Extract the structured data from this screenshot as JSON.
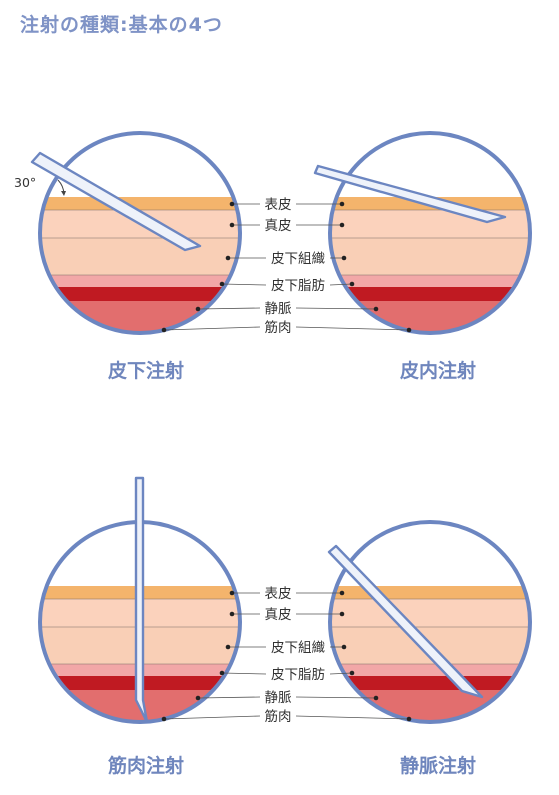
{
  "title": "注射の種類:基本の4つ",
  "layers": [
    {
      "id": "epidermis",
      "label": "表皮",
      "color": "#f4b46c"
    },
    {
      "id": "dermis",
      "label": "真皮",
      "color": "#fbd2bc"
    },
    {
      "id": "subcutaneous",
      "label": "皮下組織",
      "color": "#f9cfb6"
    },
    {
      "id": "subcutaneous-fat",
      "label": "皮下脂肪",
      "color": "#f2a7a7"
    },
    {
      "id": "vein",
      "label": "静脈",
      "color": "#c01a22"
    },
    {
      "id": "muscle",
      "label": "筋肉",
      "color": "#e26e6e"
    }
  ],
  "injections": [
    {
      "id": "subcutaneous",
      "caption": "皮下注射"
    },
    {
      "id": "intradermal",
      "caption": "皮内注射"
    },
    {
      "id": "intramuscular",
      "caption": "筋肉注射"
    },
    {
      "id": "intravenous",
      "caption": "静脈注射"
    }
  ],
  "angle_label": "30°",
  "colors": {
    "outline": "#6c86c1",
    "title": "#7f93c6",
    "caption": "#6f86bd",
    "needle_fill": "#eef2fa",
    "label_line": "#555555"
  }
}
